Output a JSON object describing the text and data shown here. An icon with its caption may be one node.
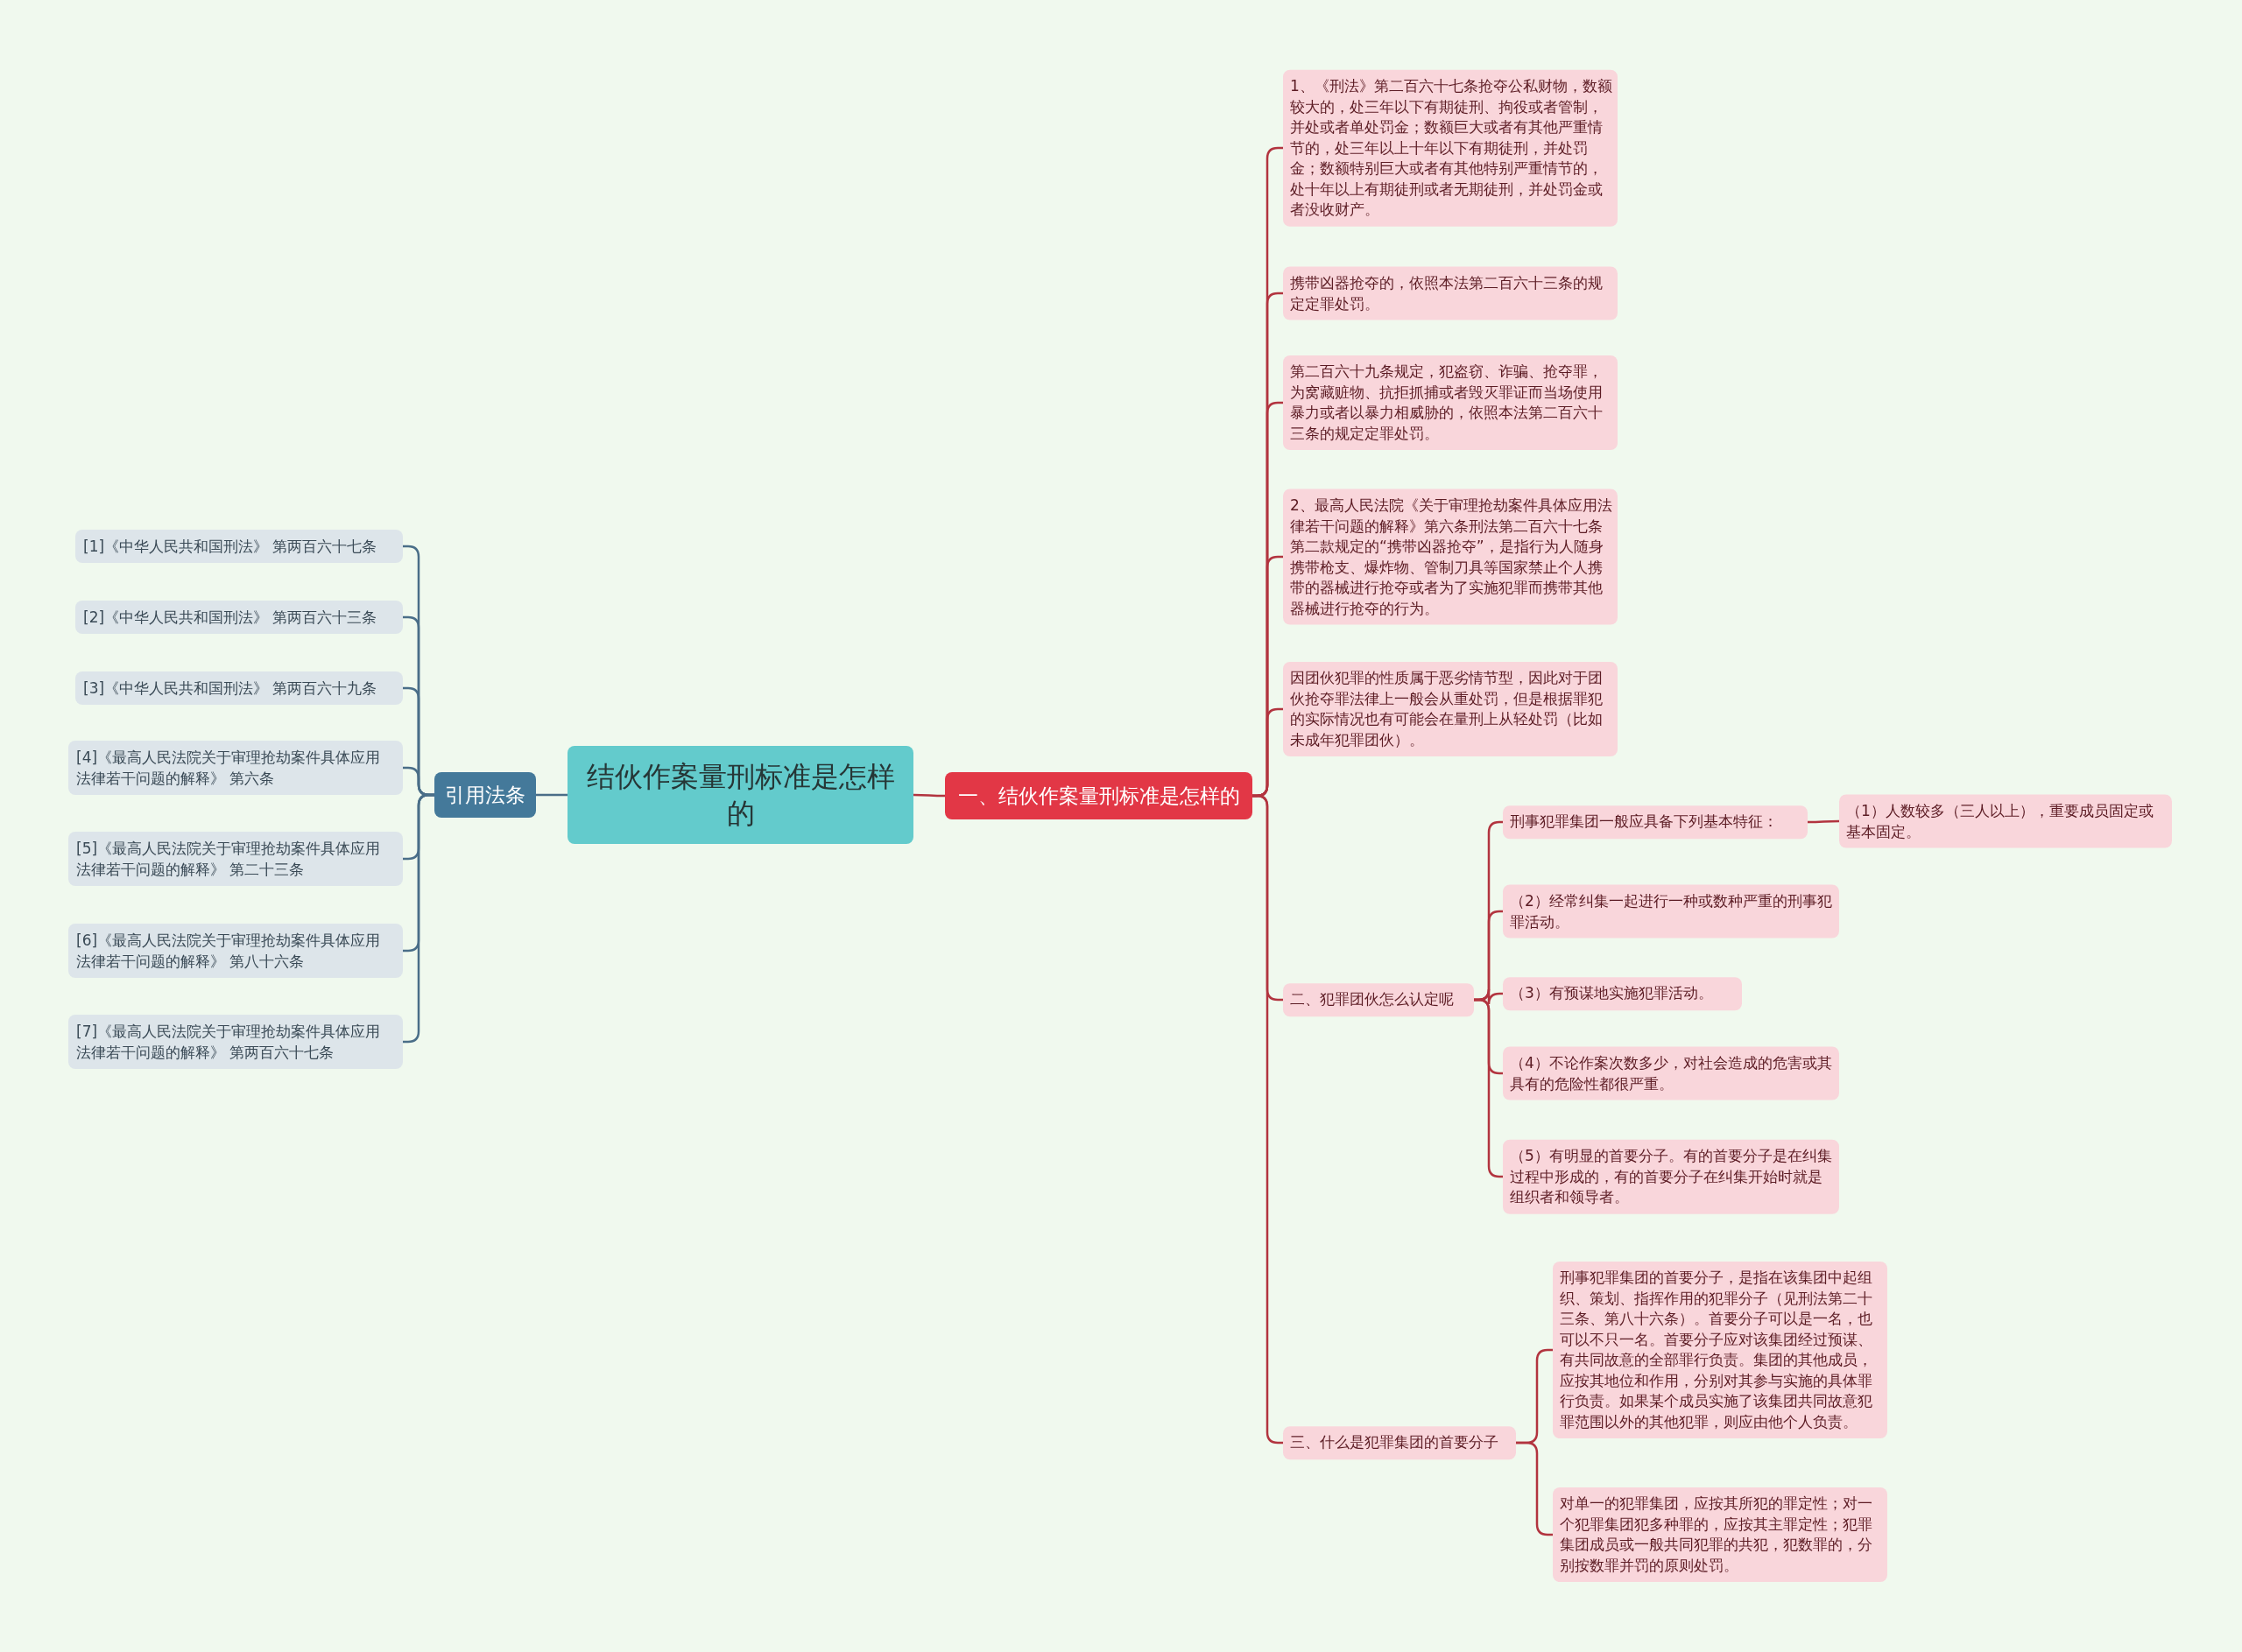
{
  "diagram": {
    "nodes": [
      {
        "text": [
          "结伙作案量刑标准是怎样的"
        ]
      },
      {
        "text": [
          "一、结伙作案量刑标准是怎样的"
        ]
      },
      {
        "text": [
          "1、《刑法》第二百六十七条抢夺公私财物，数额较大的，处三年以下有期徒刑、拘役或者管制，并处或者单处罚金；数额巨大或者有其他严重情节的，处三年以上十年以下有期徒刑，并处罚金；数额特别巨大或者有其他特别严重情节的，处十年以上有期徒刑或者无期徒刑，并处罚金或者没收财产。"
        ]
      },
      {
        "text": [
          "携带凶器抢夺的，依照本法第二百六十三条的规定定罪处罚。"
        ]
      },
      {
        "text": [
          "第二百六十九条规定，犯盗窃、诈骗、抢夺罪，为窝藏赃物、抗拒抓捕或者毁灭罪证而当场使用暴力或者以暴力相威胁的，依照本法第二百六十三条的规定定罪处罚。"
        ]
      },
      {
        "text": [
          "2、最高人民法院《关于审理抢劫案件具体应用法律若干问题的解释》第六条刑法第二百六十七条第二款规定的“携带凶器抢夺”，是指行为人随身携带枪支、爆炸物、管制刀具等国家禁止个人携带的器械进行抢夺或者为了实施犯罪而携带其他器械进行抢夺的行为。"
        ]
      },
      {
        "text": [
          "因团伙犯罪的性质属于恶劣情节型，因此对于团伙抢夺罪法律上一般会从重处罚，但是根据罪犯的实际情况也有可能会在量刑上从轻处罚（比如未成年犯罪团伙）。"
        ]
      },
      {
        "text": [
          "二、犯罪团伙怎么认定呢"
        ]
      },
      {
        "text": [
          "刑事犯罪集团一般应具备下列基本特征："
        ]
      },
      {
        "text": [
          "（1）人数较多（三人以上），重要成员固定或基本固定。"
        ]
      },
      {
        "text": [
          "（2）经常纠集一起进行一种或数种严重的刑事犯罪活动。"
        ]
      },
      {
        "text": [
          "（3）有预谋地实施犯罪活动。"
        ]
      },
      {
        "text": [
          "（4）不论作案次数多少，对社会造成的危害或其具有的危险性都很严重。"
        ]
      },
      {
        "text": [
          "（5）有明显的首要分子。有的首要分子是在纠集过程中形成的，有的首要分子在纠集开始时就是组织者和领导者。"
        ]
      },
      {
        "text": [
          "三、什么是犯罪集团的首要分子"
        ]
      },
      {
        "text": [
          "刑事犯罪集团的首要分子，是指在该集团中起组织、策划、指挥作用的犯罪分子（见刑法第二十三条、第八十六条）。首要分子可以是一名，也可以不只一名。首要分子应对该集团经过预谋、有共同故意的全部罪行负责。集团的其他成员，应按其地位和作用，分别对其参与实施的具体罪行负责。如果某个成员实施了该集团共同故意犯罪范围以外的其他犯罪，则应由他个人负责。"
        ]
      },
      {
        "text": [
          "对单一的犯罪集团，应按其所犯的罪定性；对一个犯罪集团犯多种罪的，应按其主罪定性；犯罪集团成员或一般共同犯罪的共犯，犯数罪的，分别按数罪并罚的原则处罚。"
        ]
      },
      {
        "text": [
          "引用法条"
        ]
      },
      {
        "text": [
          "[1]《中华人民共和国刑法》 第两百六十七条"
        ]
      },
      {
        "text": [
          "[2]《中华人民共和国刑法》 第两百六十三条"
        ]
      },
      {
        "text": [
          "[3]《中华人民共和国刑法》 第两百六十九条"
        ]
      },
      {
        "text": [
          "[4]《最高人民法院关于审理抢劫案件具体应用法律若干问题的解释》 第六条"
        ]
      },
      {
        "text": [
          "[5]《最高人民法院关于审理抢劫案件具体应用法律若干问题的解释》 第二十三条"
        ]
      },
      {
        "text": [
          "[6]《最高人民法院关于审理抢劫案件具体应用法律若干问题的解释》 第八十六条"
        ]
      },
      {
        "text": [
          "[7]《最高人民法院关于审理抢劫案件具体应用法律若干问题的解释》 第两百六十七条"
        ]
      }
    ],
    "edges": [
      {
        "from": 0,
        "to": 1,
        "arrow": "none"
      },
      {
        "from": 1,
        "to": 2,
        "arrow": "none"
      },
      {
        "from": 1,
        "to": 3,
        "arrow": "none"
      },
      {
        "from": 1,
        "to": 4,
        "arrow": "none"
      },
      {
        "from": 1,
        "to": 5,
        "arrow": "none"
      },
      {
        "from": 1,
        "to": 6,
        "arrow": "none"
      },
      {
        "from": 1,
        "to": 7,
        "arrow": "none"
      },
      {
        "from": 7,
        "to": 8,
        "arrow": "none"
      },
      {
        "from": 8,
        "to": 9,
        "arrow": "none"
      },
      {
        "from": 7,
        "to": 10,
        "arrow": "none"
      },
      {
        "from": 7,
        "to": 11,
        "arrow": "none"
      },
      {
        "from": 7,
        "to": 12,
        "arrow": "none"
      },
      {
        "from": 7,
        "to": 13,
        "arrow": "none"
      },
      {
        "from": 1,
        "to": 14,
        "arrow": "none"
      },
      {
        "from": 14,
        "to": 15,
        "arrow": "none"
      },
      {
        "from": 14,
        "to": 16,
        "arrow": "none"
      },
      {
        "from": 0,
        "to": 17,
        "arrow": "none",
        "color": "#4a6e88"
      },
      {
        "from": 17,
        "to": 18,
        "arrow": "none",
        "color": "#4a6e88"
      },
      {
        "from": 17,
        "to": 19,
        "arrow": "none",
        "color": "#4a6e88"
      },
      {
        "from": 17,
        "to": 20,
        "arrow": "none",
        "color": "#4a6e88"
      },
      {
        "from": 17,
        "to": 21,
        "arrow": "none",
        "color": "#4a6e88"
      },
      {
        "from": 17,
        "to": 22,
        "arrow": "none",
        "color": "#4a6e88"
      },
      {
        "from": 17,
        "to": 23,
        "arrow": "none",
        "color": "#4a6e88"
      },
      {
        "from": 17,
        "to": 24,
        "arrow": "none",
        "color": "#4a6e88"
      }
    ]
  }
}
